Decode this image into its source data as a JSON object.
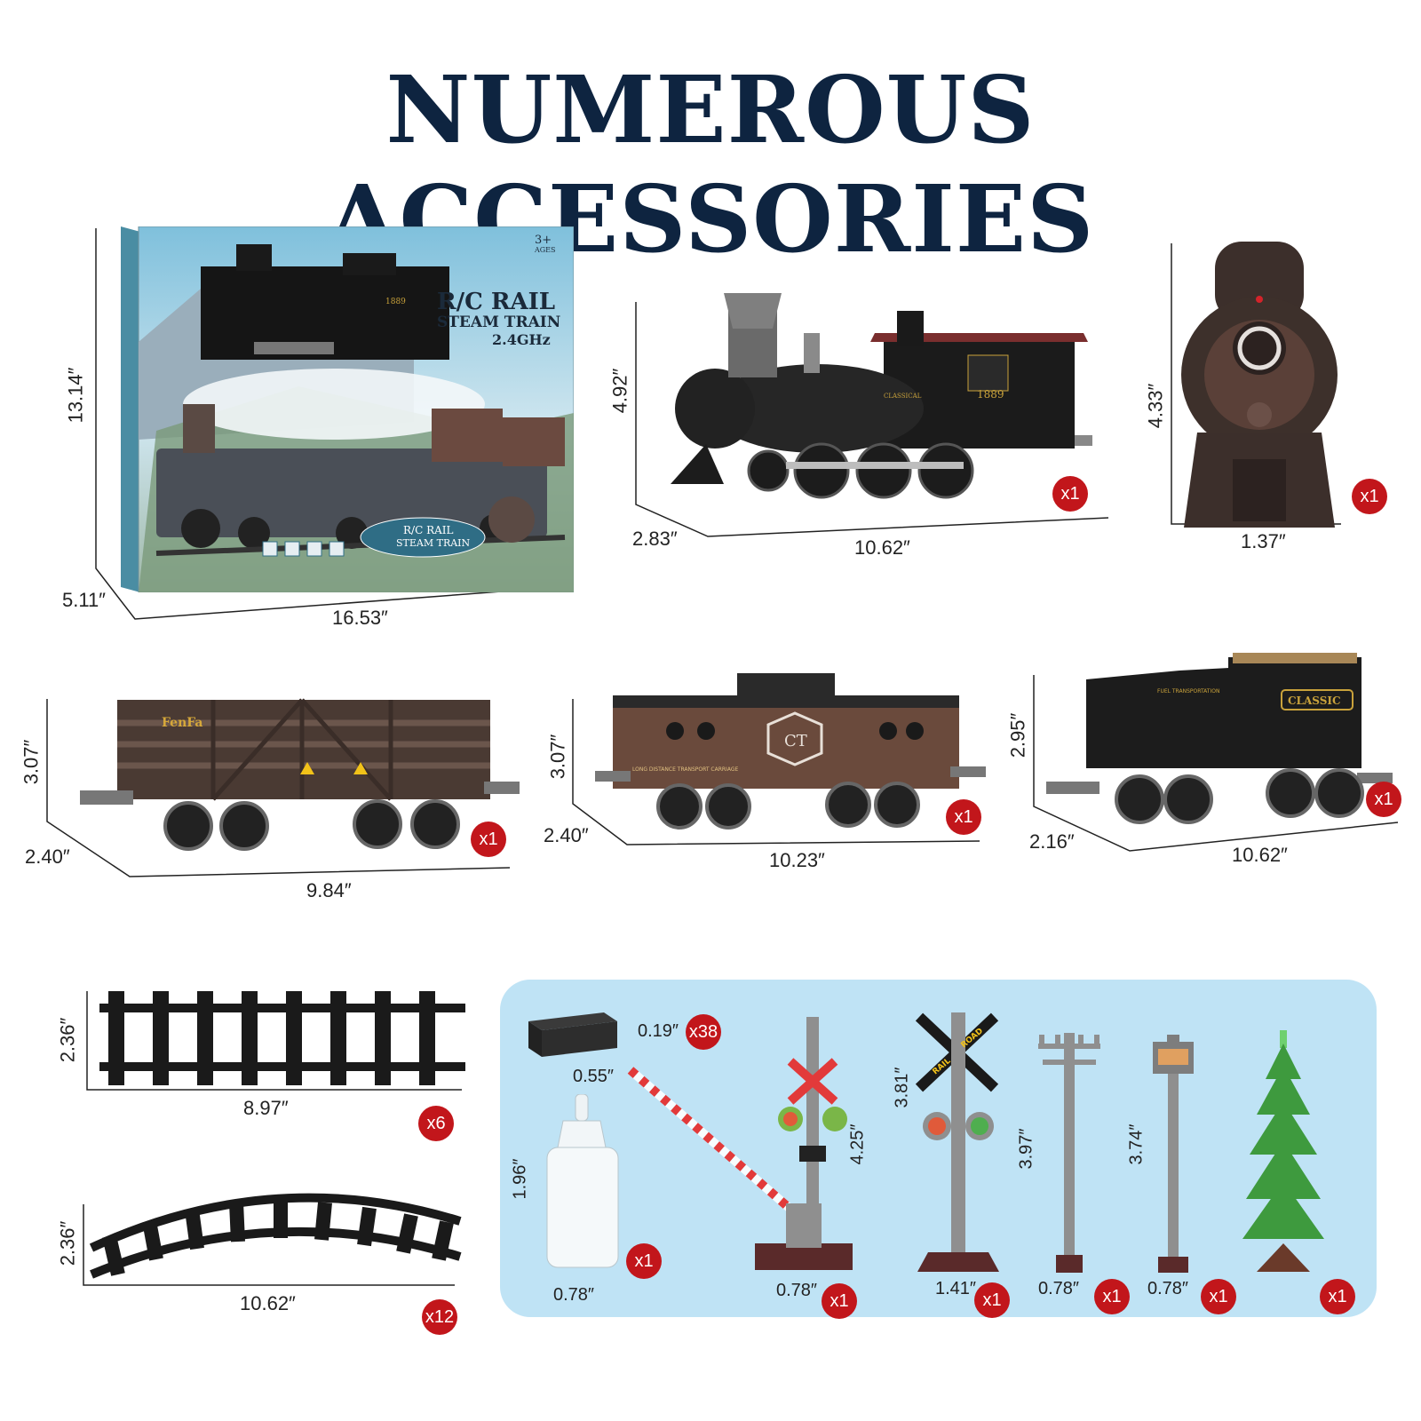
{
  "title": "NUMEROUS ACCESSORIES",
  "box": {
    "art_title": "R/C RAIL",
    "art_subtitle": "STEAM TRAIN",
    "art_freq": "2.4GHz",
    "age_num": "3+",
    "age_label": "AGES",
    "badge_line1": "R/C RAIL",
    "badge_line2": "STEAM TRAIN",
    "loco_number": "1889",
    "height": "13.14″",
    "depth": "5.11″",
    "width": "16.53″"
  },
  "locomotive": {
    "height": "4.92″",
    "depth": "2.83″",
    "length": "10.62″",
    "qty": "x1",
    "number": "1889",
    "name": "CLASSICAL"
  },
  "remote": {
    "height": "4.33″",
    "width": "1.37″",
    "qty": "x1"
  },
  "cattle_car": {
    "height": "3.07″",
    "depth": "2.40″",
    "length": "9.84″",
    "qty": "x1",
    "brand": "FenFa"
  },
  "caboose": {
    "height": "3.07″",
    "depth": "2.40″",
    "length": "10.23″",
    "qty": "x1",
    "logo": "CT",
    "side_text": "LONG DISTANCE TRANSPORT CARRIAGE"
  },
  "tender": {
    "height": "2.95″",
    "depth": "2.16″",
    "length": "10.62″",
    "qty": "x1",
    "plate": "CLASSIC",
    "side_text": "FUEL TRANSPORTATION"
  },
  "straight_track": {
    "height": "2.36″",
    "length": "8.97″",
    "qty": "x6"
  },
  "curved_track": {
    "height": "2.36″",
    "length": "10.62″",
    "qty": "x12"
  },
  "smoke_oil_block": {
    "height": "0.19″",
    "width": "0.55″",
    "qty": "x38"
  },
  "oil_bottle": {
    "height": "1.96″",
    "width": "0.78″",
    "qty": "x1"
  },
  "crossing_gate": {
    "height": "4.25″",
    "width": "0.78″",
    "qty": "x1"
  },
  "crossing_signal": {
    "height": "3.81″",
    "width": "1.41″",
    "qty": "x1",
    "sign_1": "RAIL",
    "sign_2": "ROAD"
  },
  "telegraph_pole": {
    "height": "3.97″",
    "width": "0.78″",
    "qty": "x1"
  },
  "street_lamp": {
    "height": "3.74″",
    "width": "0.78″",
    "qty": "x1"
  },
  "tree": {
    "qty": "x1"
  }
}
